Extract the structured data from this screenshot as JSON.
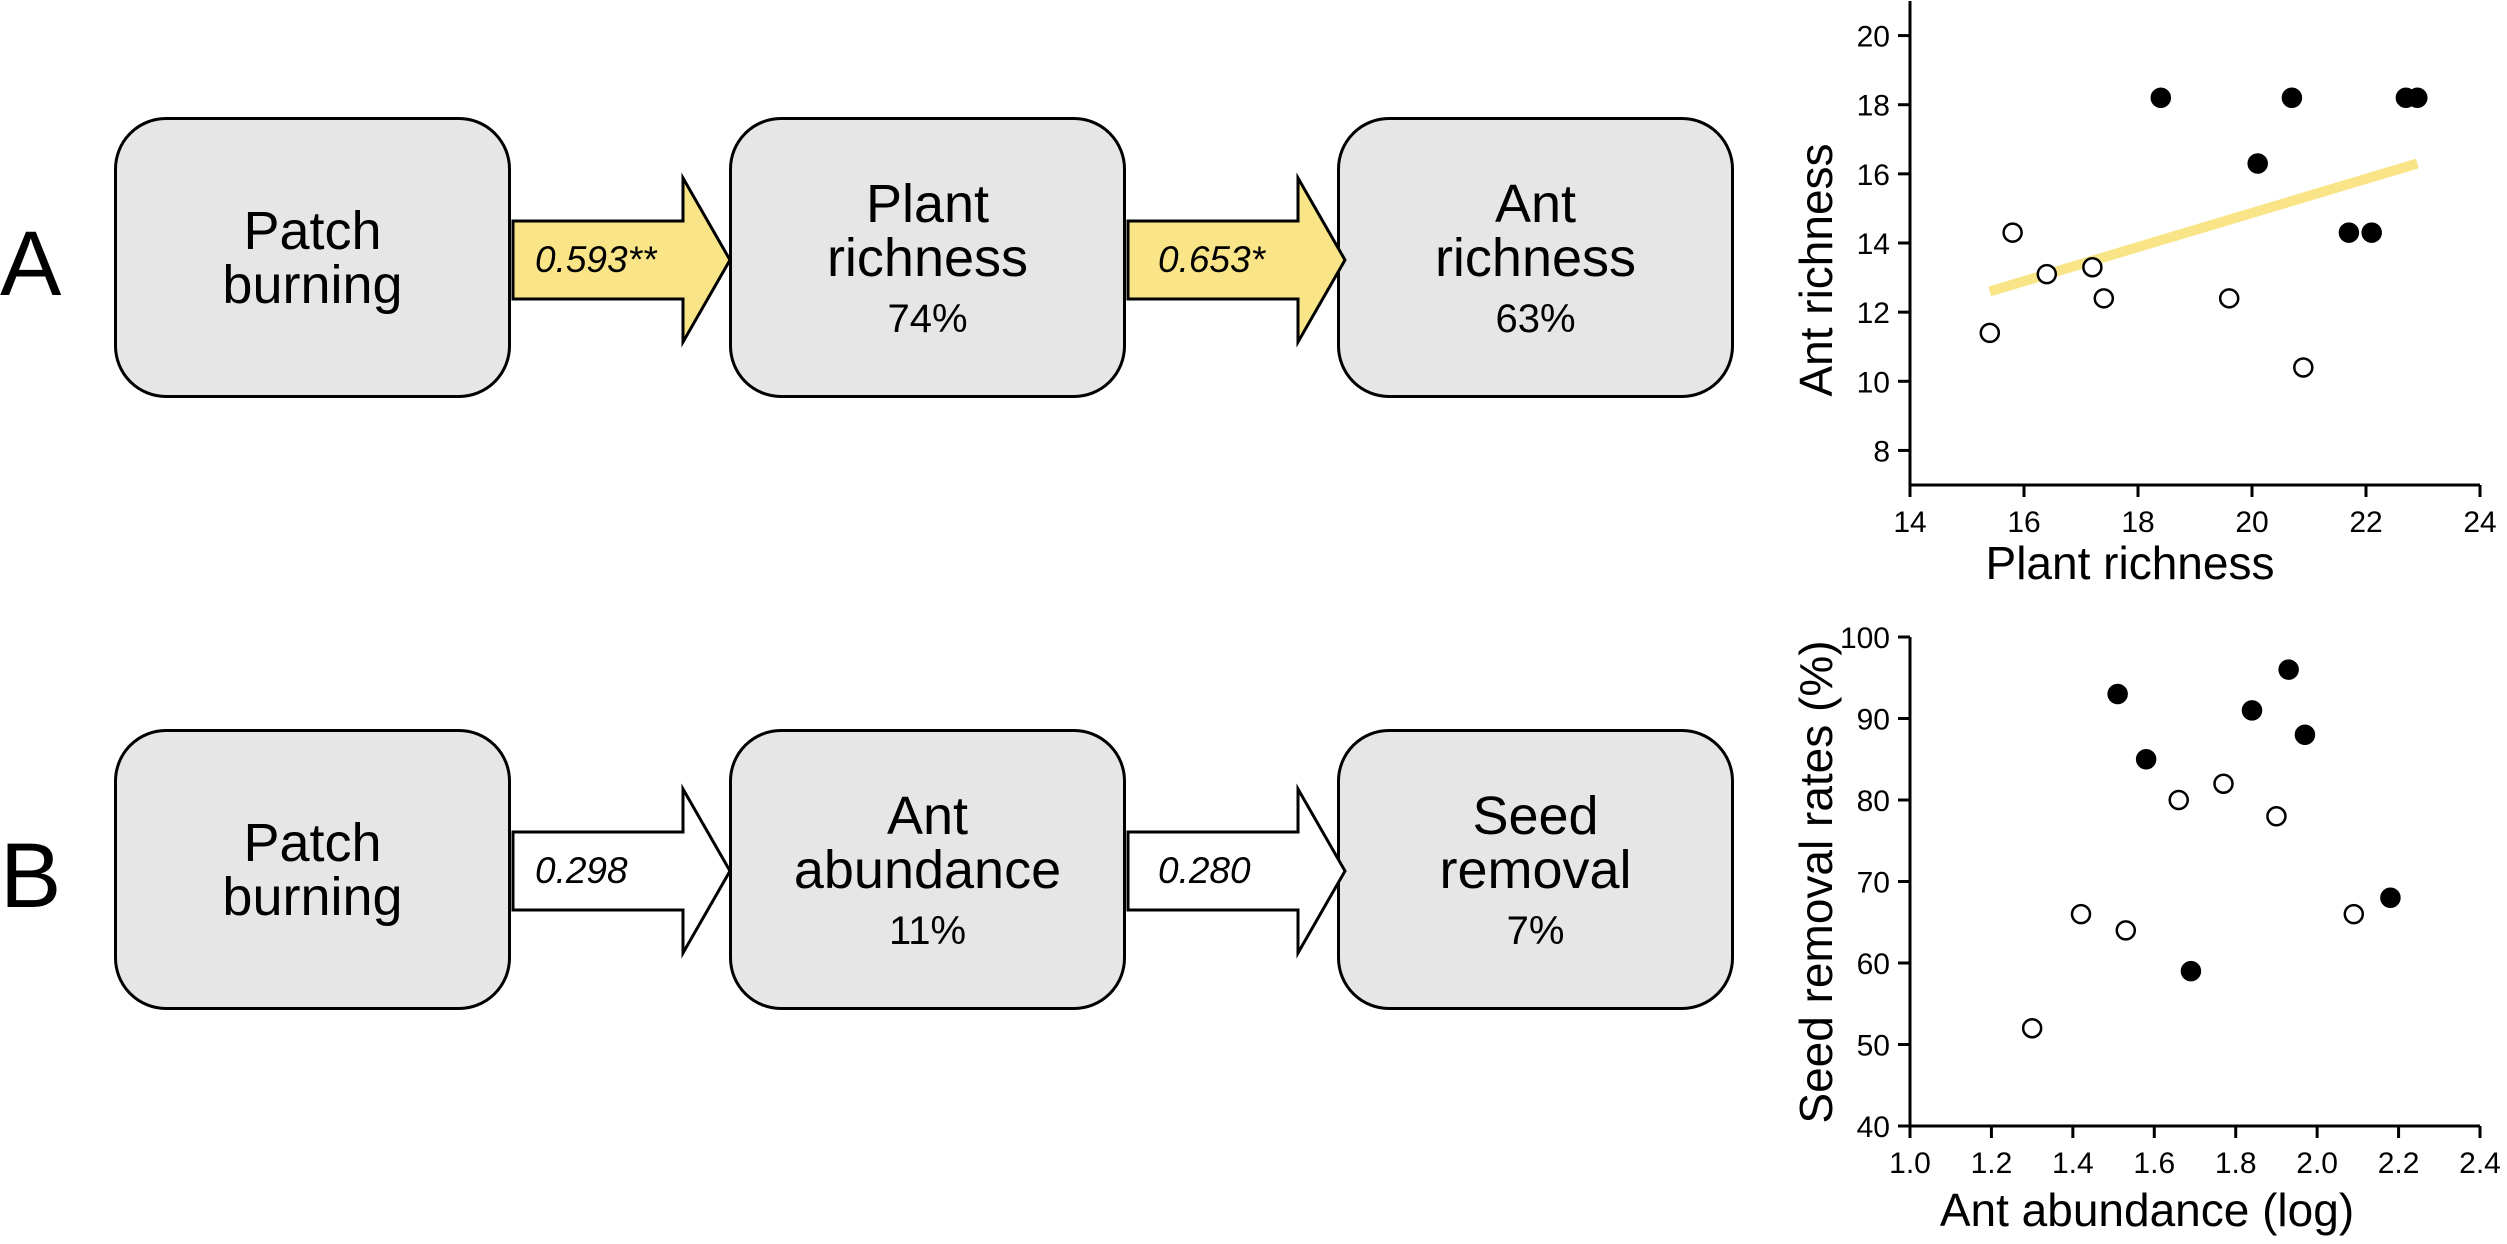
{
  "panels": [
    {
      "label": "A",
      "boxes": [
        {
          "title": "Patch\nburning",
          "pct": ""
        },
        {
          "title": "Plant\nrichness",
          "pct": "74%"
        },
        {
          "title": "Ant\nrichness",
          "pct": "63%"
        }
      ],
      "arrows": [
        {
          "coef": "0.593**",
          "fill": "#f9e587"
        },
        {
          "coef": "0.653*",
          "fill": "#f9e587"
        }
      ]
    },
    {
      "label": "B",
      "boxes": [
        {
          "title": "Patch\nburning",
          "pct": ""
        },
        {
          "title": "Ant\nabundance",
          "pct": "11%"
        },
        {
          "title": "Seed\nremoval",
          "pct": "7%"
        }
      ],
      "arrows": [
        {
          "coef": "0.298",
          "fill": "#ffffff"
        },
        {
          "coef": "0.280",
          "fill": "#ffffff"
        }
      ]
    }
  ],
  "chart_data": [
    {
      "type": "scatter",
      "title": "",
      "xlabel": "Plant richness",
      "ylabel": "Ant richness",
      "xlim": [
        14,
        24
      ],
      "ylim": [
        7,
        21
      ],
      "xticks": [
        14,
        16,
        18,
        20,
        22,
        24
      ],
      "yticks": [
        8,
        10,
        12,
        14,
        16,
        18,
        20
      ],
      "xtick_labels": [
        "14",
        "16",
        "18",
        "20",
        "22",
        "24"
      ],
      "ytick_labels": [
        "8",
        "10",
        "12",
        "14",
        "16",
        "18",
        "20"
      ],
      "grid": false,
      "series": [
        {
          "filled": true,
          "x": [
            18.4,
            20.7,
            22.7,
            22.9,
            20.1,
            21.7,
            22.1
          ],
          "y": [
            18.2,
            18.2,
            18.2,
            18.2,
            16.3,
            14.3,
            14.3
          ]
        },
        {
          "filled": false,
          "x": [
            15.8,
            16.4,
            17.2,
            17.4,
            15.4,
            19.6,
            20.9
          ],
          "y": [
            14.3,
            13.1,
            13.3,
            12.4,
            11.4,
            12.4,
            10.4
          ]
        }
      ],
      "trendline": {
        "x": [
          15.4,
          22.9
        ],
        "y": [
          12.6,
          16.3
        ],
        "color": "#f9e587"
      }
    },
    {
      "type": "scatter",
      "title": "",
      "xlabel": "Ant abundance (log)",
      "ylabel": "Seed removal rates (%)",
      "xlim": [
        1.0,
        2.4
      ],
      "ylim": [
        40,
        100
      ],
      "xticks": [
        1.0,
        1.2,
        1.4,
        1.6,
        1.8,
        2.0,
        2.2,
        2.4
      ],
      "yticks": [
        40,
        50,
        60,
        70,
        80,
        90,
        100
      ],
      "xtick_labels": [
        "1.0",
        "1.2",
        "1.4",
        "1.6",
        "1.8",
        "2.0",
        "2.2",
        "2.4"
      ],
      "ytick_labels": [
        "40",
        "50",
        "60",
        "70",
        "80",
        "90",
        "100"
      ],
      "grid": false,
      "series": [
        {
          "filled": true,
          "x": [
            1.51,
            1.93,
            1.84,
            1.58,
            1.97,
            2.18,
            1.69
          ],
          "y": [
            93,
            96,
            91,
            85,
            88,
            68,
            59
          ]
        },
        {
          "filled": false,
          "x": [
            1.77,
            1.66,
            1.9,
            1.42,
            1.53,
            2.09,
            1.3
          ],
          "y": [
            82,
            80,
            78,
            66,
            64,
            66,
            52
          ]
        }
      ]
    }
  ]
}
